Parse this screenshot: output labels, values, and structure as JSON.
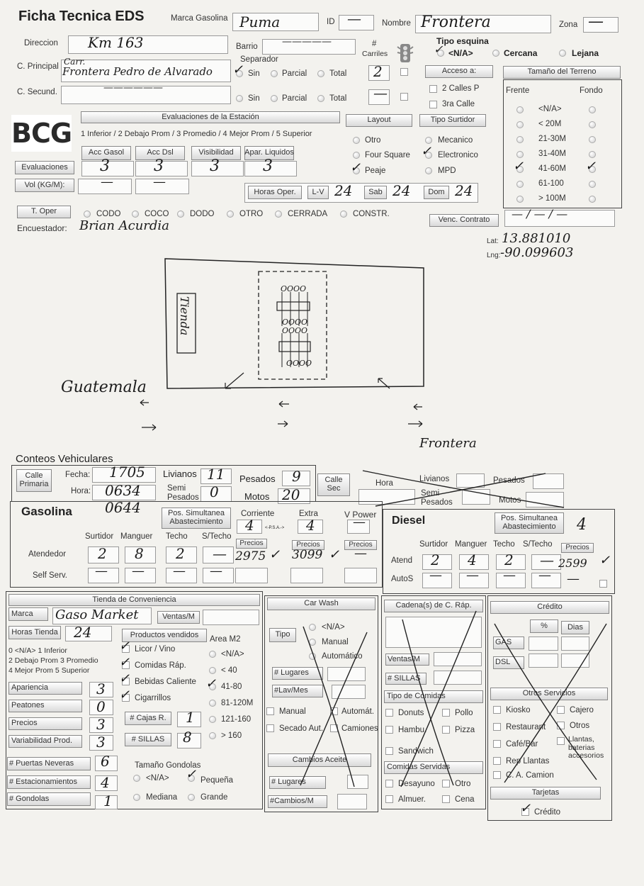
{
  "header": {
    "title": "Ficha Tecnica EDS",
    "marca_label": "Marca Gasolina",
    "marca_value": "Puma",
    "id_label": "ID",
    "id_value": "—",
    "nombre_label": "Nombre",
    "nombre_value": "Frontera",
    "zona_label": "Zona",
    "zona_value": "—"
  },
  "location": {
    "direccion_label": "Direccion",
    "direccion_value": "Km 163",
    "barrio_label": "Barrio",
    "barrio_value": "—————",
    "carriles_label_1": "#",
    "carriles_label_2": "Carriles",
    "separador_label": "Separador",
    "cprincipal_label": "C. Principal",
    "cprincipal_value_1": "Carr.",
    "cprincipal_value_2": "Frontera Pedro de Alvarado",
    "csecund_label": "C. Secund.",
    "csecund_value": "——————",
    "opt_sin": "Sin",
    "opt_parcial": "Parcial",
    "opt_total": "Total",
    "carriles_principal": "2",
    "carriles_secund": "—"
  },
  "tipo_esquina": {
    "label": "Tipo esquina",
    "options": [
      "<N/A>",
      "Cercana",
      "Lejana"
    ]
  },
  "acceso": {
    "label": "Acceso a:",
    "opt1": "2 Calles P",
    "opt2": "3ra Calle"
  },
  "terreno": {
    "title": "Tamaño del Terreno",
    "frente": "Frente",
    "fondo": "Fondo",
    "rows": [
      "<N/A>",
      "< 20M",
      "21-30M",
      "31-40M",
      "41-60M",
      "61-100",
      "> 100M"
    ]
  },
  "evaluaciones": {
    "logo": "BCG",
    "title": "Evaluaciones de la Estación",
    "scale": "1 Inferior / 2 Debajo Prom / 3 Promedio / 4 Mejor Prom / 5 Superior",
    "cols": [
      "Acc Gasol",
      "Acc Dsl",
      "Visibilidad",
      "Apar. Liquidos"
    ],
    "row_label": "Evaluaciones",
    "values": [
      "3",
      "3",
      "3",
      "3"
    ],
    "vol_label": "Vol (KG/M):",
    "vol_values": [
      "—",
      "—"
    ]
  },
  "layout": {
    "label": "Layout",
    "options": [
      "Otro",
      "Four Square",
      "Peaje"
    ]
  },
  "tipo_surtidor": {
    "label": "Tipo Surtidor",
    "options": [
      "Mecanico",
      "Electronico",
      "MPD"
    ]
  },
  "horas": {
    "label": "Horas Oper.",
    "lv_label": "L-V",
    "lv": "24",
    "sab_label": "Sab",
    "sab": "24",
    "dom_label": "Dom",
    "dom": "24"
  },
  "toper": {
    "label": "T. Oper",
    "options": [
      "CODO",
      "COCO",
      "DODO",
      "OTRO",
      "CERRADA",
      "CONSTR."
    ]
  },
  "contrato": {
    "label": "Venc. Contrato",
    "value": "— / — / —"
  },
  "encuestador": {
    "label": "Encuestador:",
    "value": "Brian Acurdia"
  },
  "coords": {
    "lat_label": "Lat:",
    "lat": "13.881010",
    "lng_label": "Lng:",
    "lng": "-90.099603"
  },
  "sketch": {
    "tienda": "Tienda",
    "pumps": [
      "OOOO",
      "OOOO",
      "OOOO",
      "OOOO"
    ],
    "road_left": "Guatemala",
    "road_right": "Frontera"
  },
  "conteos": {
    "title": "Conteos Vehiculares",
    "calle_primaria": "Calle Primaria",
    "fecha_label": "Fecha:",
    "fecha": "1705",
    "hora_label": "Hora:",
    "hora": "0634",
    "livianos_label": "Livianos",
    "livianos": "11",
    "semi_label": "Semi Pesados",
    "semi": "0",
    "pesados_label": "Pesados",
    "pesados": "9",
    "motos_label": "Motos",
    "motos": "20",
    "calle_sec": "Calle Sec",
    "sec_hora": "Hora",
    "sec_livianos": "Livianos",
    "sec_pesados": "Pesados",
    "sec_semi": "Semi Pesados",
    "sec_motos": "Motos"
  },
  "gasolina": {
    "title": "Gasolina",
    "time_note": "0644",
    "pos_sim": "Pos. Simultanea Abastecimiento",
    "corriente_label": "Corriente",
    "corriente": "4",
    "psa_note": "<-P.S.A.->",
    "extra_label": "Extra",
    "extra": "4",
    "vpower_label": "V Power",
    "vpower": "—",
    "cols": [
      "Surtidor",
      "Manguer",
      "Techo",
      "S/Techo"
    ],
    "atendedor_label": "Atendedor",
    "atendedor": [
      "2",
      "8",
      "2",
      "—"
    ],
    "self_label": "Self Serv.",
    "self": [
      "—",
      "—",
      "—",
      "—"
    ],
    "precios_label": "Precios",
    "precio_corriente": "2975",
    "precio_extra": "3099",
    "precio_vpower": "—"
  },
  "diesel": {
    "title": "Diesel",
    "pos_sim": "Pos. Simultanea Abastecimiento",
    "pos_value": "4",
    "cols": [
      "Surtidor",
      "Manguer",
      "Techo",
      "S/Techo"
    ],
    "precios_label": "Precios",
    "atend_label": "Atend",
    "atend": [
      "2",
      "4",
      "2",
      "—"
    ],
    "precio": "2599",
    "autos_label": "AutoS",
    "autos": [
      "—",
      "—",
      "—",
      "—"
    ],
    "autos_precio": "—"
  },
  "tienda": {
    "title": "Tienda de Conveniencia",
    "marca_label": "Marca",
    "marca": "Gaso Market",
    "ventas_label": "Ventas/M",
    "horas_label": "Horas Tienda",
    "horas": "24",
    "productos_label": "Productos vendidos",
    "area_label": "Area M2",
    "scale_1": "0 <N/A>    1 Inferior",
    "scale_2": "2 Debajo Prom  3 Promedio",
    "scale_3": "4 Mejor Prom   5 Superior",
    "productos": [
      "Licor / Vino",
      "Comidas Ráp.",
      "Bebidas Caliente",
      "Cigarrillos"
    ],
    "areas": [
      "<N/A>",
      "< 40",
      "41-80",
      "81-120M",
      "121-160",
      "> 160"
    ],
    "ratings": [
      {
        "label": "Apariencia",
        "value": "3"
      },
      {
        "label": "Peatones",
        "value": "0"
      },
      {
        "label": "Precios",
        "value": "3"
      },
      {
        "label": "Variabilidad Prod.",
        "value": "3"
      }
    ],
    "cajas_label": "# Cajas R.",
    "cajas": "1",
    "sillas_label": "# SILLAS",
    "sillas": "8",
    "neveras_label": "# Puertas Neveras",
    "neveras": "6",
    "estac_label": "# Estacionamientos",
    "estac": "4",
    "gondolas_label": "# Gondolas",
    "gondolas": "1",
    "tam_gondolas": "Tamaño Gondolas",
    "tam_opts": [
      "<N/A>",
      "Pequeña",
      "Mediana",
      "Grande"
    ]
  },
  "carwash": {
    "title": "Car Wash",
    "tipo_label": "Tipo",
    "tipo_opts": [
      "<N/A>",
      "Manual",
      "Automático"
    ],
    "lugares_label": "# Lugares",
    "lav_label": "#Lav/Mes",
    "checks": [
      "Manual",
      "Automát.",
      "Secado Aut.",
      "Camiones"
    ],
    "cambios_title": "Cambios Aceite",
    "cambios_lugares": "# Lugares",
    "cambios_mes": "#Cambios/M"
  },
  "cadenas": {
    "title": "Cadena(s) de C. Ráp.",
    "ventas_label": "Ventas/M",
    "sillas_label": "# SILLAS",
    "tipo_title": "Tipo de Comidas",
    "tipos": [
      "Donuts",
      "Pollo",
      "Hambu.",
      "Pizza",
      "Sandwich"
    ],
    "servidas_title": "Comidas Servidas",
    "servidas": [
      "Desayuno",
      "Otro",
      "Almuer.",
      "Cena"
    ]
  },
  "credito": {
    "title": "Crédito",
    "pct": "%",
    "dias": "Dias",
    "gas": "GAS",
    "dsl": "DSL",
    "otros_title": "Otros Servicios",
    "otros": [
      "Kiosko",
      "Cajero",
      "Restaurant",
      "Otros",
      "Café/Bar",
      "Llantas, baterias accesorios",
      "Rep Llantas",
      "C. A. Camion"
    ],
    "tarjetas_title": "Tarjetas",
    "tarjetas_opt": "Crédito"
  }
}
